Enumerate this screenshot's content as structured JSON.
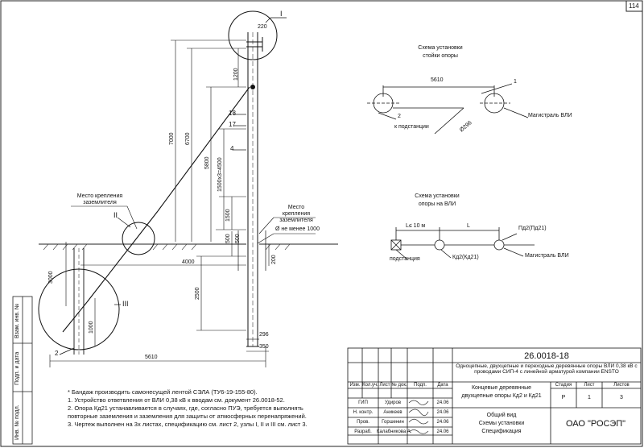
{
  "page_number": "114",
  "callouts": {
    "c1": "I",
    "c2": "II",
    "c3": "III",
    "c4": "4",
    "c17": "17",
    "c18": "18",
    "c2b": "2"
  },
  "dims": {
    "d220": "220",
    "d1200": "1200",
    "d7000": "7000",
    "d6700": "6700",
    "d5800": "5800",
    "d1500x3": "1500x3=4500",
    "d1500": "1500",
    "d500a": "500",
    "d500b": "500",
    "d4000": "4000",
    "d200": "200",
    "d3000": "3000",
    "d2500": "2500",
    "d1000": "1000",
    "d296": "296",
    "d350": "350",
    "d5610": "5610"
  },
  "labels": {
    "ground_left": "Место крепления заземлителя",
    "ground_right": "Место крепления заземлителя",
    "min_dia": "Ø не менее 1000"
  },
  "scheme1": {
    "title1": "Схема установки",
    "title2": "стойки опоры",
    "dim": "5610",
    "c1": "1",
    "c2": "2",
    "dia": "Ø296",
    "to_sub": "к подстанции",
    "main": "Магистраль ВЛИ"
  },
  "scheme2": {
    "title1": "Схема установки",
    "title2": "опоры на ВЛИ",
    "dim1": "L≤ 10 м",
    "dim2": "L",
    "p1": "Пд2(Пд21)",
    "substation": "подстанция",
    "kd": "Кд2(Кд21)",
    "main": "Магистраль ВЛИ"
  },
  "notes": [
    "* Бандаж производить самонесущей лентой СЭЛА (ТУ6-19-155-80).",
    "1. Устройство ответвления от ВЛИ 0,38 кВ к вводам см. документ 26.0018-52.",
    "2. Опора Кд21 устанавливается в случаях, где, согласно ПУЭ, требуется выполнять",
    "повторные заземления и заземления для защиты от атмосферных перенапряжений.",
    "3. Чертеж выполнен на 3х листах, спецификацию см. лист 2, узлы I, II и III см. лист 3."
  ],
  "side_stamp": [
    "Инв. № подл.",
    "Подп. и дата",
    "Взам. инв. №"
  ],
  "title_block": {
    "code": "26.0018-18",
    "project": "Одноцепные, двухцепные и переходные деревянные опоры ВЛИ 0,38 кВ с проводами СИП-4 с линейной арматурой компании ENSTO",
    "sheet_title1": "Концевые деревянные",
    "sheet_title2": "двухцепные опоры Кд2 и Кд21",
    "drawing1": "Общий вид",
    "drawing2": "Схемы установки",
    "drawing3": "Спецификация",
    "stage_h": "Стадия",
    "sheet_h": "Лист",
    "sheets_h": "Листов",
    "stage": "Р",
    "sheet": "1",
    "sheets": "3",
    "org": "ОАО \"РОСЭП\"",
    "cols": [
      "Изм.",
      "Кол.уч.",
      "Лист",
      "№ док.",
      "Подп.",
      "Дата"
    ],
    "roles": [
      "ГИП",
      "Н. контр.",
      "Пров.",
      "Разраб."
    ],
    "names": [
      "Удиров",
      "Аникеев",
      "Горшенин",
      "Калабникова А."
    ],
    "dates": [
      "24.06",
      "24.06",
      "24.06",
      "24.06"
    ]
  }
}
